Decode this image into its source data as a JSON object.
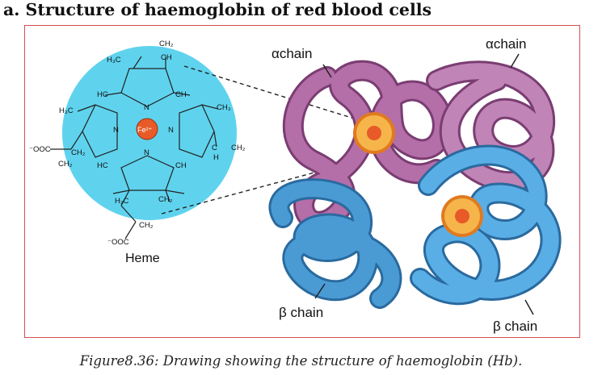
{
  "title": "a.  Structure of haemoglobin of red blood cells",
  "caption": "Figure8.36: Drawing  showing the structure of haemoglobin (Hb).",
  "labels": {
    "alpha_left": "αchain",
    "alpha_right": "αchain",
    "beta_left": "β chain",
    "beta_right": "β chain",
    "heme": "Heme"
  },
  "heme_structure": {
    "iron": "Fe²⁺",
    "groups": [
      "CH₂",
      "CH",
      "H₃C",
      "HC",
      "CH",
      "CH₃",
      "H₃C",
      "N",
      "N",
      "N",
      "N",
      "C",
      "CH₂",
      "H",
      "CH₂",
      "⁻OOC",
      "CH₂",
      "HC",
      "CH",
      "H₂C",
      "CH₂",
      "CH₂",
      "⁻OOC"
    ]
  },
  "colors": {
    "alpha_chain": "#b46ea8",
    "beta_chain": "#4a9bd4",
    "heme_background": "#5fd3ee",
    "iron": "#e85a28",
    "heme_disc": "#f6b54a",
    "frame": "#d05050"
  }
}
